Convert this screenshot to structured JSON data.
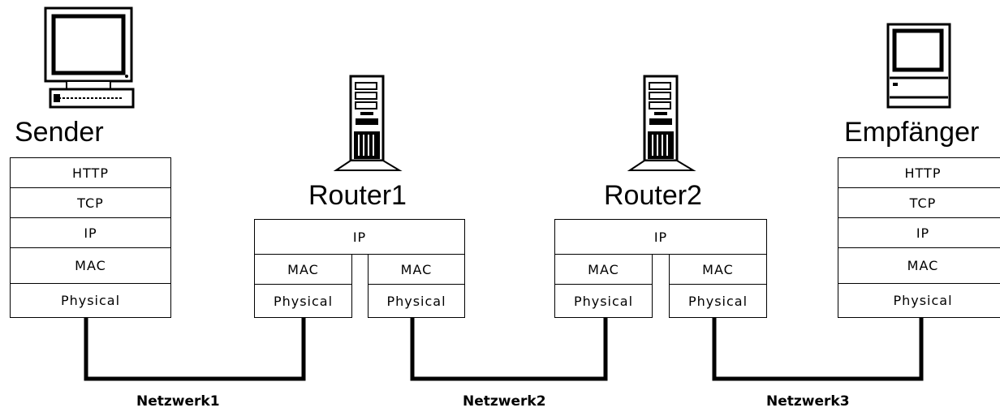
{
  "sender": {
    "title": "Sender",
    "icon": "desktop-computer-icon",
    "layers": [
      "HTTP",
      "TCP",
      "IP",
      "MAC",
      "Physical"
    ]
  },
  "router1": {
    "title": "Router1",
    "icon": "server-tower-icon",
    "ip": "IP",
    "left": {
      "mac": "MAC",
      "physical": "Physical"
    },
    "right": {
      "mac": "MAC",
      "physical": "Physical"
    }
  },
  "router2": {
    "title": "Router2",
    "icon": "server-tower-icon",
    "ip": "IP",
    "left": {
      "mac": "MAC",
      "physical": "Physical"
    },
    "right": {
      "mac": "MAC",
      "physical": "Physical"
    }
  },
  "receiver": {
    "title": "Empfänger",
    "icon": "mac-computer-icon",
    "layers": [
      "HTTP",
      "TCP",
      "IP",
      "MAC",
      "Physical"
    ]
  },
  "networks": [
    "Netzwerk1",
    "Netzwerk2",
    "Netzwerk3"
  ],
  "colors": {
    "line": "#000000",
    "background": "#ffffff"
  }
}
